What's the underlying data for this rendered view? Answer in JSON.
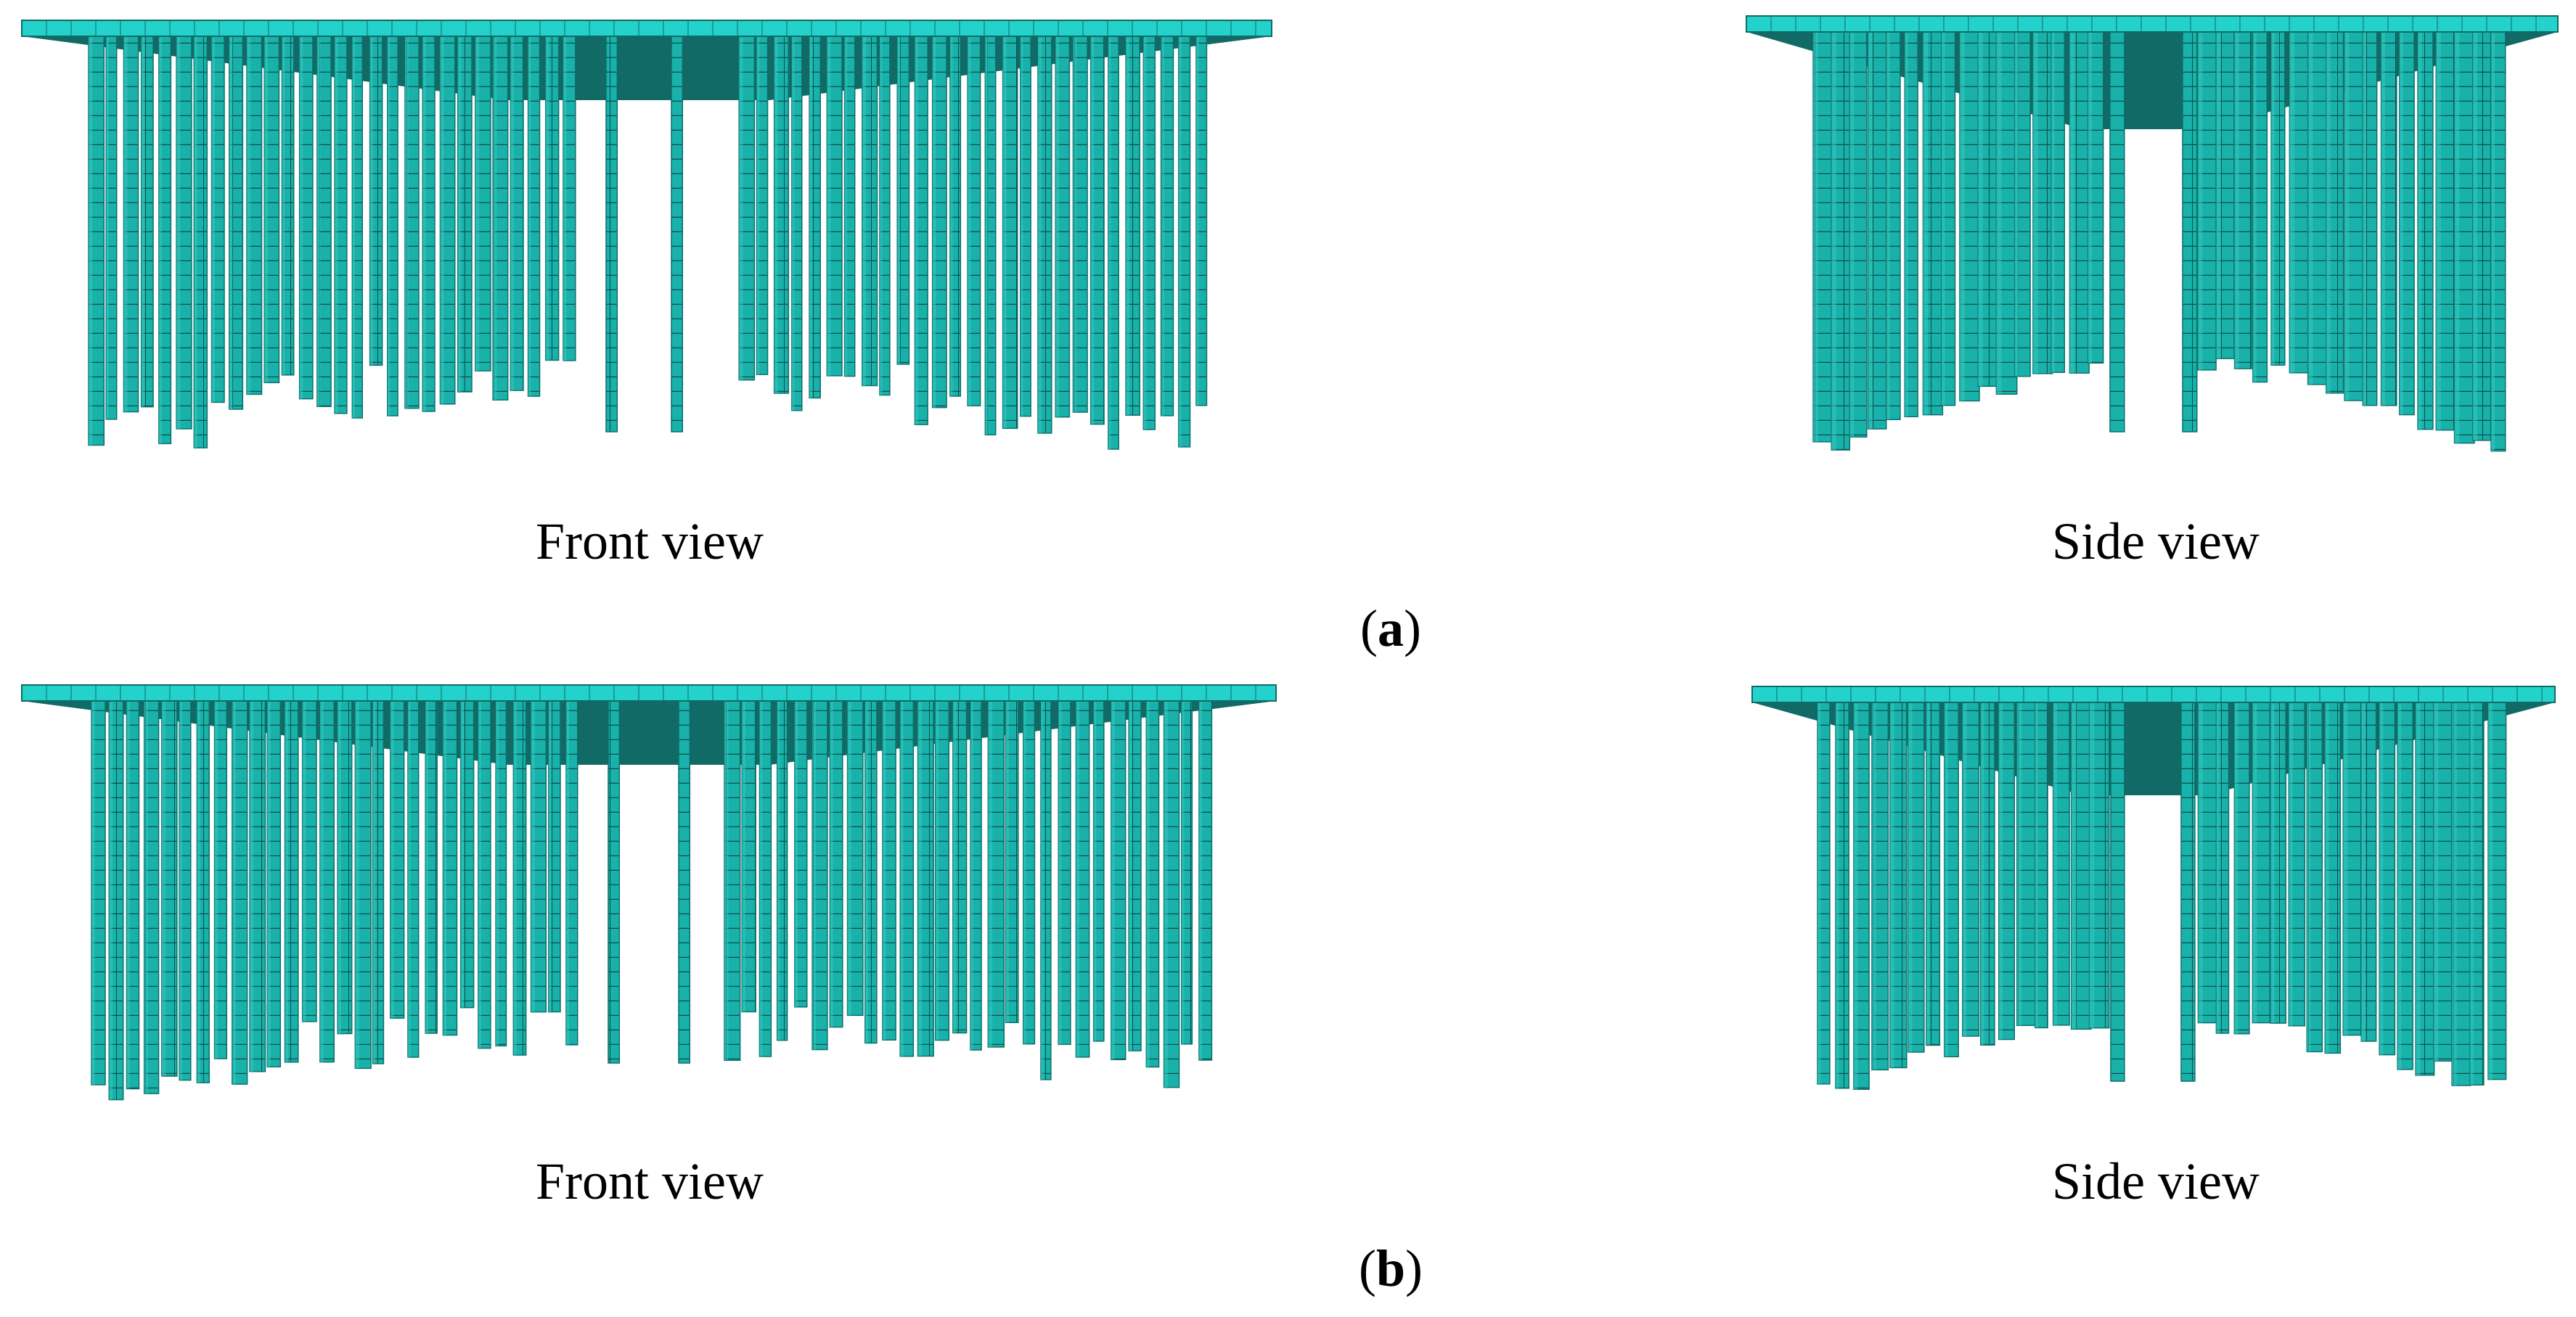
{
  "rows": [
    {
      "label_letter": "a",
      "front_caption": "Front view",
      "side_caption": "Side view"
    },
    {
      "label_letter": "b",
      "front_caption": "Front view",
      "side_caption": "Side view"
    }
  ],
  "colors": {
    "pile_face": "#19b2aa",
    "pile_light": "#33c9c0",
    "pile_dark": "#0d6f6b",
    "cap_top": "#23d2ca",
    "cap_side": "#116a66",
    "mesh_line": "#0a4e4b",
    "text": "#000000"
  }
}
